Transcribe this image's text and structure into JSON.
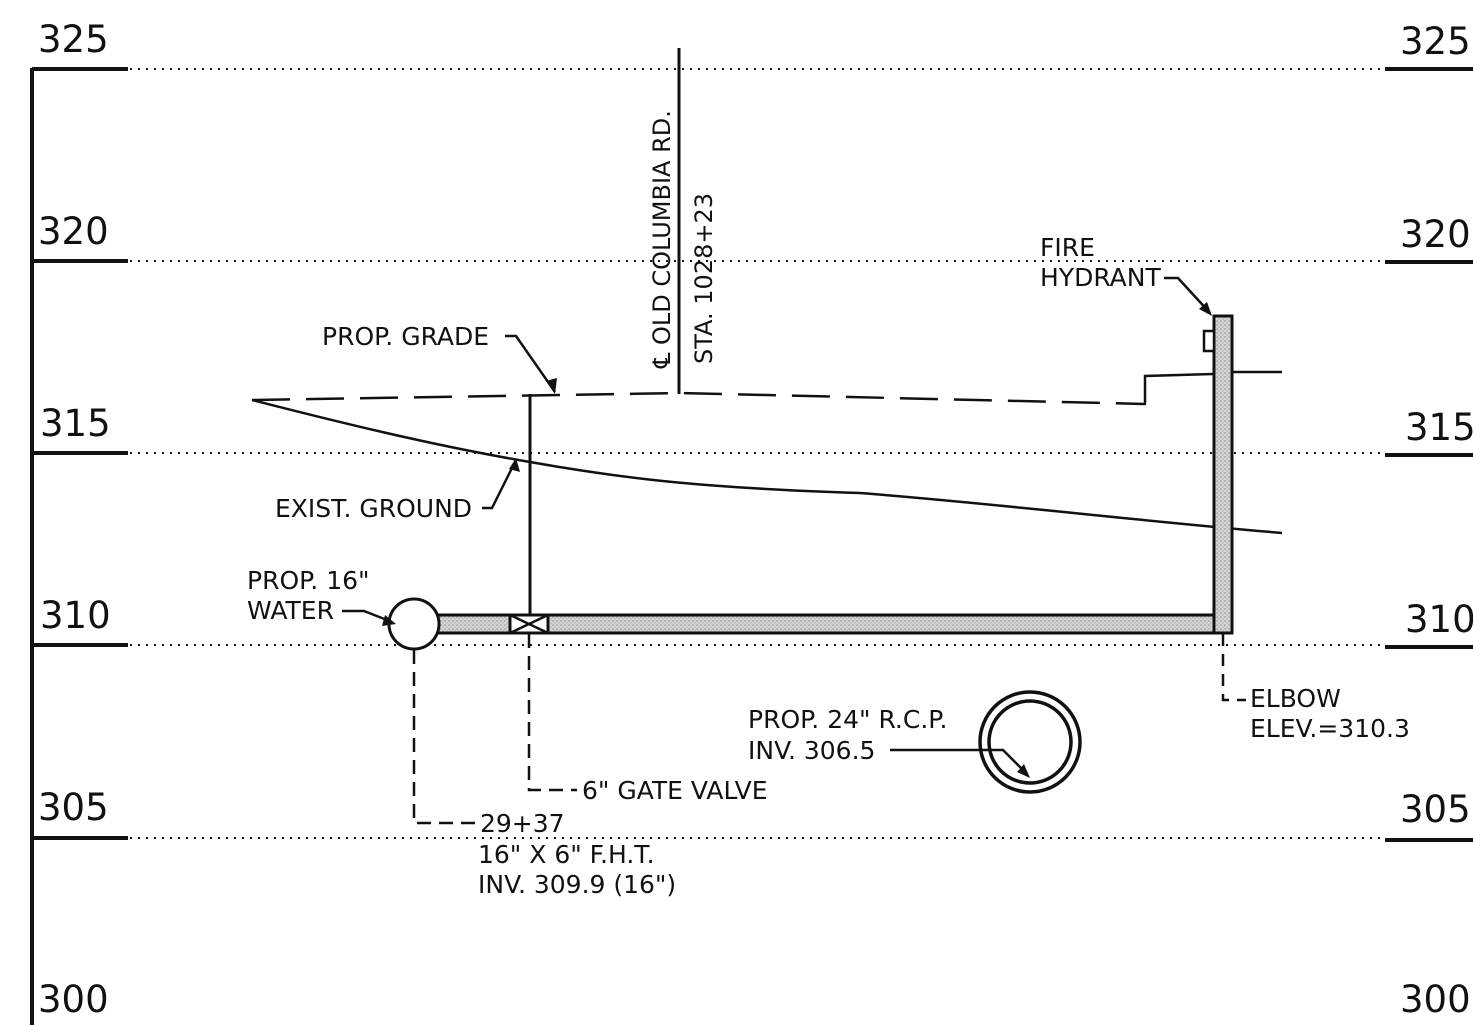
{
  "elevations_left": [
    "325",
    "320",
    "315",
    "310",
    "305",
    "300"
  ],
  "elevations_right": [
    "325",
    "320",
    "315",
    "310",
    "305",
    "300"
  ],
  "station": {
    "road_name": "℄ OLD COLUMBIA RD.",
    "station_label": "STA. 1028+23"
  },
  "labels": {
    "prop_grade": "PROP. GRADE",
    "exist_ground": "EXIST. GROUND",
    "prop_water_1": "PROP. 16\"",
    "prop_water_2": "WATER",
    "fire_hydrant_1": "FIRE",
    "fire_hydrant_2": "HYDRANT",
    "rcp_1": "PROP. 24\" R.C.P.",
    "rcp_2": "INV. 306.5",
    "gate_valve": "6\" GATE VALVE",
    "tee_station": "29+37",
    "tee_size": "16\" X 6\" F.H.T.",
    "tee_inv": "INV. 309.9 (16\")",
    "elbow_1": "ELBOW",
    "elbow_2": "ELEV.=310.3"
  },
  "colors": {
    "ink": "#111111",
    "pipe_fill": "#c8c8c8",
    "background": "#ffffff"
  }
}
